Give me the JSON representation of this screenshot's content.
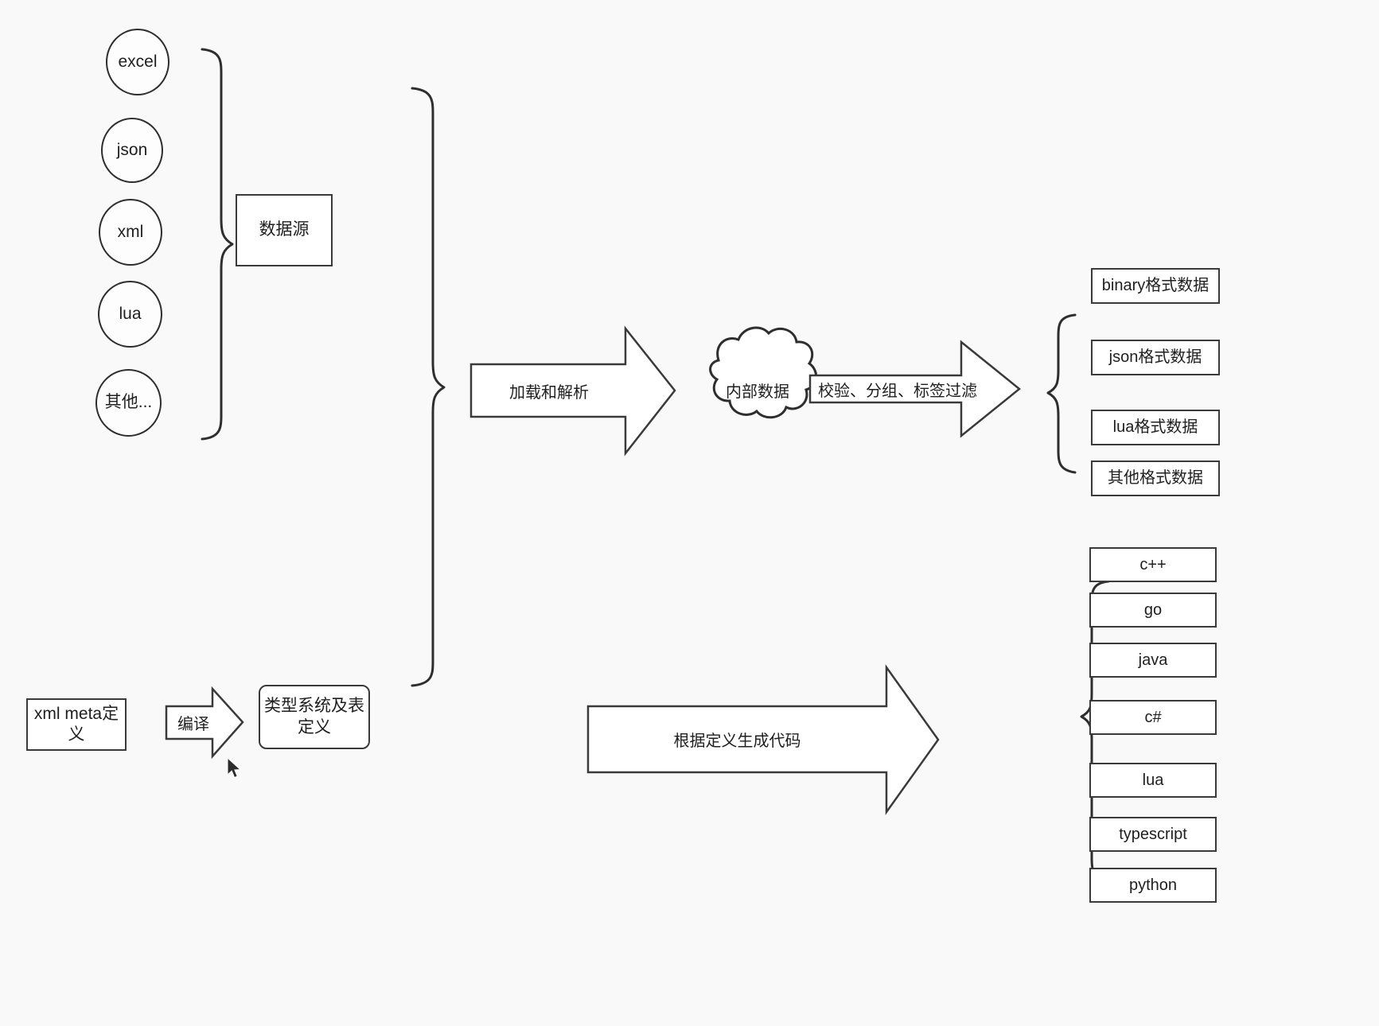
{
  "diagram": {
    "title": "data pipeline and code generation flow",
    "background_color": "#f9f9f9",
    "stroke_color": "#3a3a3a",
    "fill_color": "#ffffff"
  },
  "sources": {
    "group_label": "数据源",
    "items": [
      {
        "label": "excel"
      },
      {
        "label": "json"
      },
      {
        "label": "xml"
      },
      {
        "label": "lua"
      },
      {
        "label": "其他..."
      }
    ]
  },
  "process": {
    "load_parse_label": "加载和解析",
    "internal_data_label": "内部数据",
    "filter_label": "校验、分组、标签过滤",
    "generate_label": "根据定义生成代码"
  },
  "outputs": {
    "data_formats": [
      {
        "label": "binary格式数据"
      },
      {
        "label": "json格式数据"
      },
      {
        "label": "lua格式数据"
      },
      {
        "label": "其他格式数据"
      }
    ],
    "languages": [
      {
        "label": "c++"
      },
      {
        "label": "go"
      },
      {
        "label": "java"
      },
      {
        "label": "c#"
      },
      {
        "label": "lua"
      },
      {
        "label": "typescript"
      },
      {
        "label": "python"
      }
    ]
  },
  "meta": {
    "definition_label": "xml meta定义",
    "compile_label": "编译",
    "type_system_label": "类型系统及表定义"
  }
}
